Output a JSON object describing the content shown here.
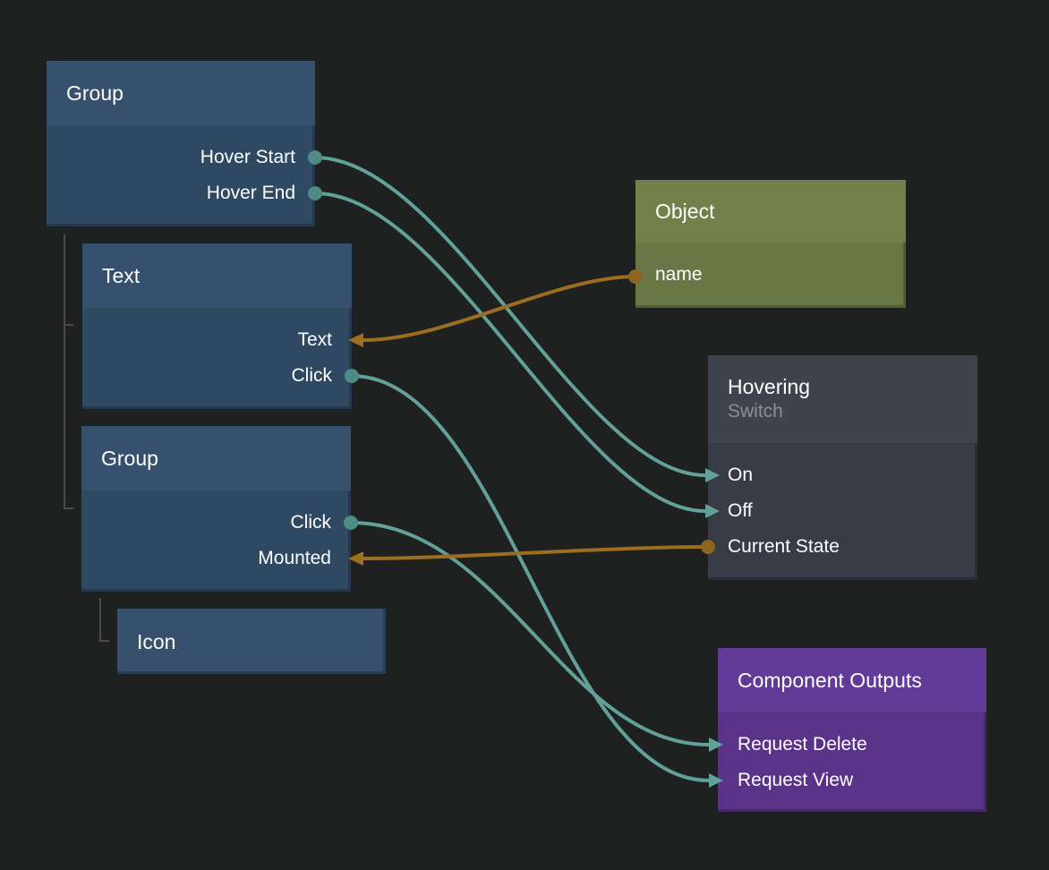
{
  "editor": {
    "background": "#1f2020",
    "description": "node graph canvas"
  },
  "colors": {
    "wire_teal": "#62a09a",
    "wire_orange": "#9b6e20",
    "port_teal": "#4e8b85",
    "port_orange": "#8c6521",
    "node_blue_header": "#36506d",
    "node_blue_body": "#2f4963",
    "node_olive_header": "#738049",
    "node_olive_body": "#697646",
    "node_slate_header": "#3f434e",
    "node_slate_body": "#383c47",
    "node_purple_header": "#623a97",
    "node_purple_body": "#5a3389",
    "tree_line": "#4c4c4c"
  },
  "nodes": [
    {
      "id": "group-1",
      "title": "Group",
      "ports": [
        {
          "name": "Hover Start",
          "direction": "output",
          "connector": "circle",
          "color": "teal"
        },
        {
          "name": "Hover End",
          "direction": "output",
          "connector": "circle",
          "color": "teal"
        }
      ]
    },
    {
      "id": "text-1",
      "title": "Text",
      "ports": [
        {
          "name": "Text",
          "direction": "input",
          "connector": "arrow",
          "color": "orange"
        },
        {
          "name": "Click",
          "direction": "output",
          "connector": "circle",
          "color": "teal"
        }
      ]
    },
    {
      "id": "group-2",
      "title": "Group",
      "ports": [
        {
          "name": "Click",
          "direction": "output",
          "connector": "circle",
          "color": "teal"
        },
        {
          "name": "Mounted",
          "direction": "input",
          "connector": "arrow",
          "color": "orange"
        }
      ]
    },
    {
      "id": "icon-1",
      "title": "Icon",
      "ports": []
    },
    {
      "id": "object-1",
      "title": "Object",
      "ports": [
        {
          "name": "name",
          "direction": "output",
          "connector": "circle",
          "color": "orange"
        }
      ]
    },
    {
      "id": "hovering-1",
      "title": "Hovering",
      "subtitle": "Switch",
      "ports": [
        {
          "name": "On",
          "direction": "input",
          "connector": "arrow",
          "color": "teal"
        },
        {
          "name": "Off",
          "direction": "input",
          "connector": "arrow",
          "color": "teal"
        },
        {
          "name": "Current State",
          "direction": "output",
          "connector": "circle",
          "color": "orange"
        }
      ]
    },
    {
      "id": "component-outputs",
      "title": "Component Outputs",
      "ports": [
        {
          "name": "Request Delete",
          "direction": "input",
          "connector": "arrow",
          "color": "teal"
        },
        {
          "name": "Request View",
          "direction": "input",
          "connector": "arrow",
          "color": "teal"
        }
      ]
    }
  ],
  "connections": [
    {
      "from": "Group.Hover Start",
      "to": "Hovering.On",
      "color": "teal"
    },
    {
      "from": "Group.Hover End",
      "to": "Hovering.Off",
      "color": "teal"
    },
    {
      "from": "Object.name",
      "to": "Text.Text",
      "color": "orange"
    },
    {
      "from": "Text.Click",
      "to": "Component Outputs.Request View",
      "color": "teal"
    },
    {
      "from": "Group 2.Click",
      "to": "Component Outputs.Request Delete",
      "color": "teal"
    },
    {
      "from": "Hovering.Current State",
      "to": "Group 2.Mounted",
      "color": "orange"
    }
  ]
}
